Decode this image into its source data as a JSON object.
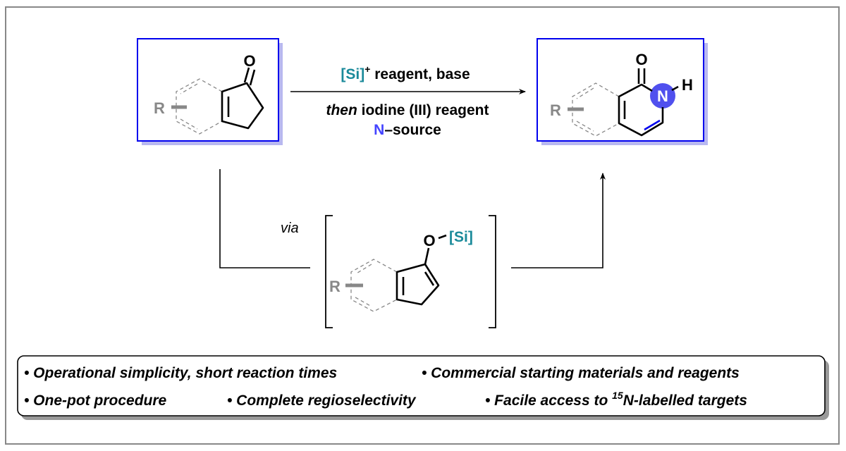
{
  "colors": {
    "box_border": "#0000ee",
    "box_shadow": "#b8b8f0",
    "silicon": "#1a8a9a",
    "nitrogen": "#4444ff",
    "nitrogen_highlight": "#5050ee",
    "gray": "#808080"
  },
  "starting_material": {
    "r_label": "R",
    "oxygen": "O"
  },
  "product": {
    "r_label": "R",
    "oxygen": "O",
    "nitrogen": "N",
    "hydrogen": "H"
  },
  "conditions": {
    "line1_si": "[Si]",
    "line1_plus": "+",
    "line1_rest": " reagent, base",
    "line2_then": "then",
    "line2_rest": " iodine (III) reagent",
    "line3_n": "N",
    "line3_rest": "–source"
  },
  "intermediate": {
    "via": "via",
    "r_label": "R",
    "oxygen": "O",
    "silyl": "[Si]"
  },
  "features": {
    "f1": "• Operational simplicity, short reaction times",
    "f2": "• Commercial starting materials and reagents",
    "f3": "• One-pot procedure",
    "f4": "• Complete regioselectivity",
    "f5_pre": "• Facile access to ",
    "f5_sup": "15",
    "f5_post": "N-labelled targets"
  }
}
